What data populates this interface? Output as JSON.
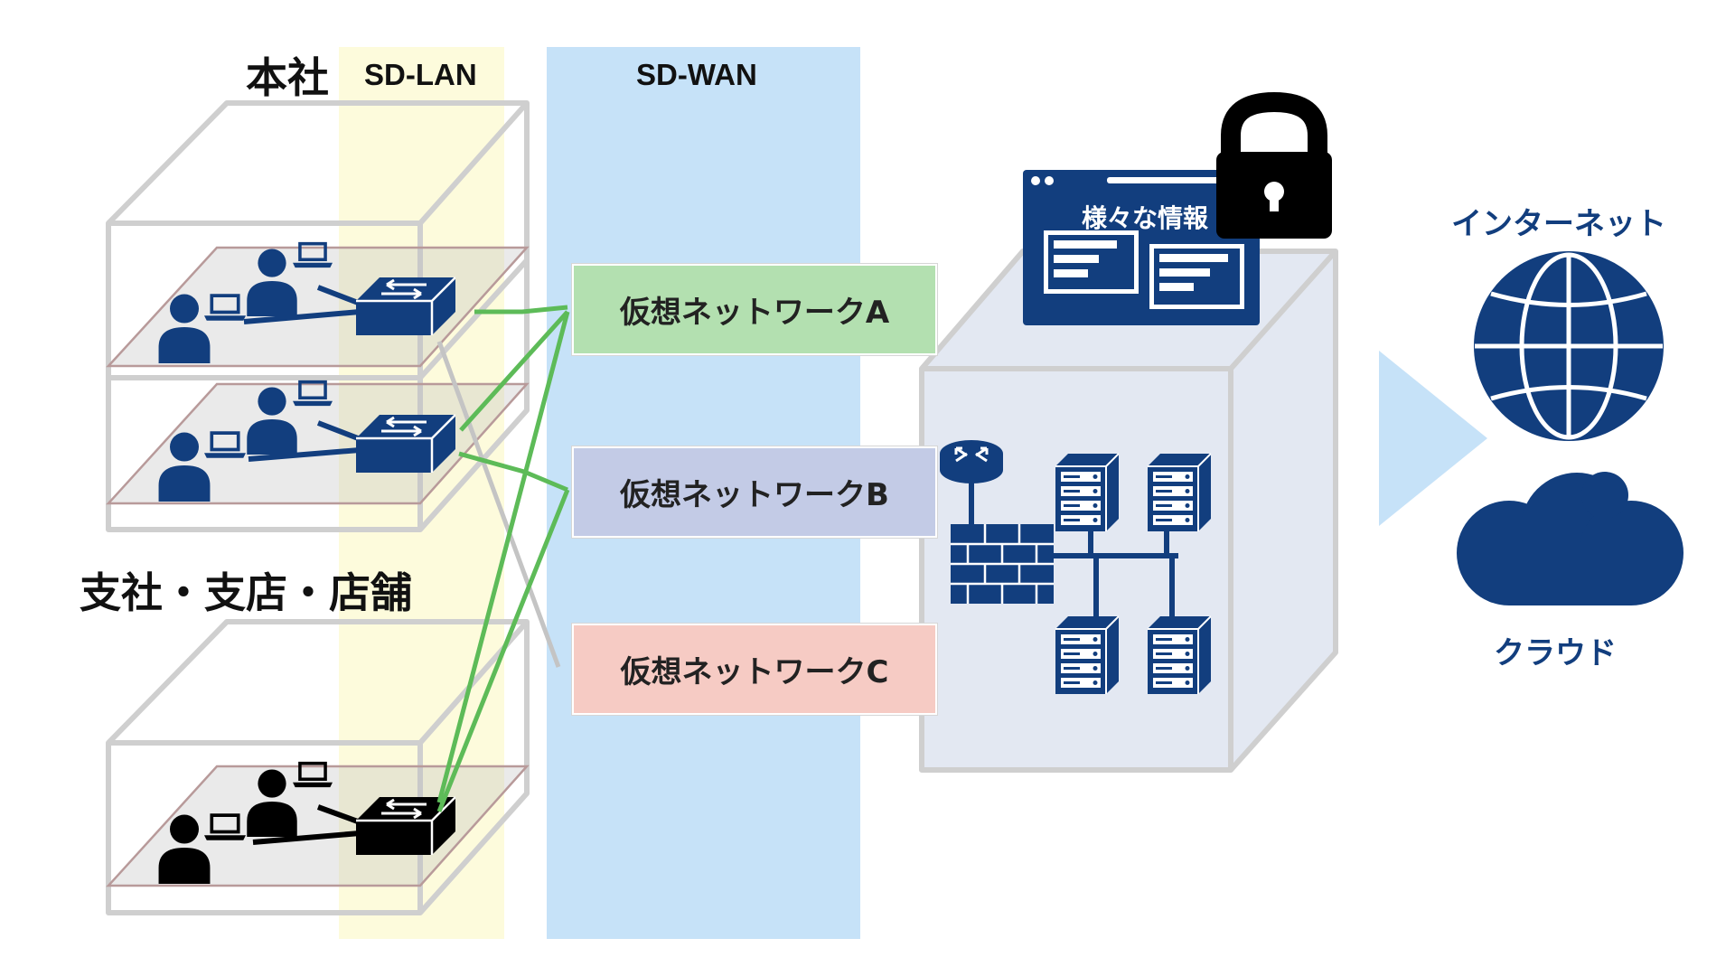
{
  "labels": {
    "headquarters": "本社",
    "branches": "支社・支店・店舗",
    "sd_lan": "SD-LAN",
    "sd_wan": "SD-WAN",
    "info": "様々な情報",
    "internet": "インターネット",
    "cloud": "クラウド"
  },
  "virtual_networks": [
    {
      "label": "仮想ネットワークA",
      "color": "#b3e0b0"
    },
    {
      "label": "仮想ネットワークB",
      "color": "#c3cbe6"
    },
    {
      "label": "仮想ネットワークC",
      "color": "#f6cbc4"
    }
  ],
  "colors": {
    "navy": "#123e7e",
    "sd_lan_band": "#fdfbdc",
    "sd_wan_band": "#c6e2f8",
    "frame": "#cfcfcf",
    "floor_edge": "#b89a9a",
    "link_green": "#5dbb58",
    "link_gray": "#c4c4c4",
    "arrow": "#c6e2f8"
  }
}
